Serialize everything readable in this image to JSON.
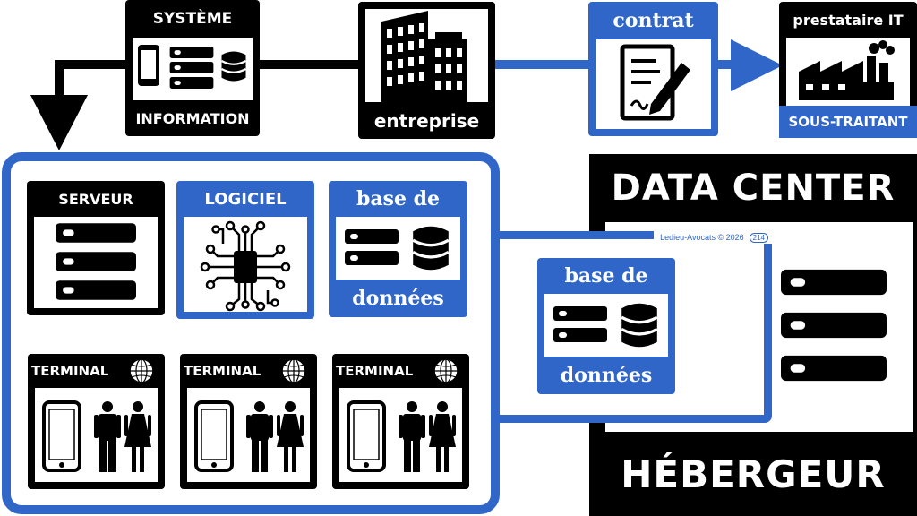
{
  "colors": {
    "blue": "#2f66c8",
    "black": "#000000",
    "white": "#ffffff"
  },
  "top": {
    "systeme_top": "SYSTÈME",
    "systeme_bottom": "INFORMATION",
    "entreprise": "entreprise",
    "contrat": "contrat",
    "prestataire": "prestataire IT",
    "sous_traitant": "SOUS-TRAITANT"
  },
  "inner": {
    "serveur": "SERVEUR",
    "logiciel": "LOGICIEL",
    "bdd_top": "base de",
    "bdd_bottom": "données",
    "terminals": [
      "TERMINAL",
      "TERMINAL",
      "TERMINAL"
    ]
  },
  "middle": {
    "bdd_top": "base de",
    "bdd_bottom": "données",
    "credit": "Ledieu-Avocats  ©  2026",
    "page_number": "214"
  },
  "right": {
    "data_center": "DATA CENTER",
    "hebergeur": "HÉBERGEUR"
  },
  "icons": [
    "phone-icon",
    "server-list-icon",
    "database-icon",
    "building-icon",
    "contract-pen-icon",
    "factory-icon",
    "circuit-chip-icon",
    "globe-icon",
    "tablet-icon",
    "man-icon",
    "woman-icon",
    "down-arrow-icon",
    "right-arrow-icon"
  ]
}
